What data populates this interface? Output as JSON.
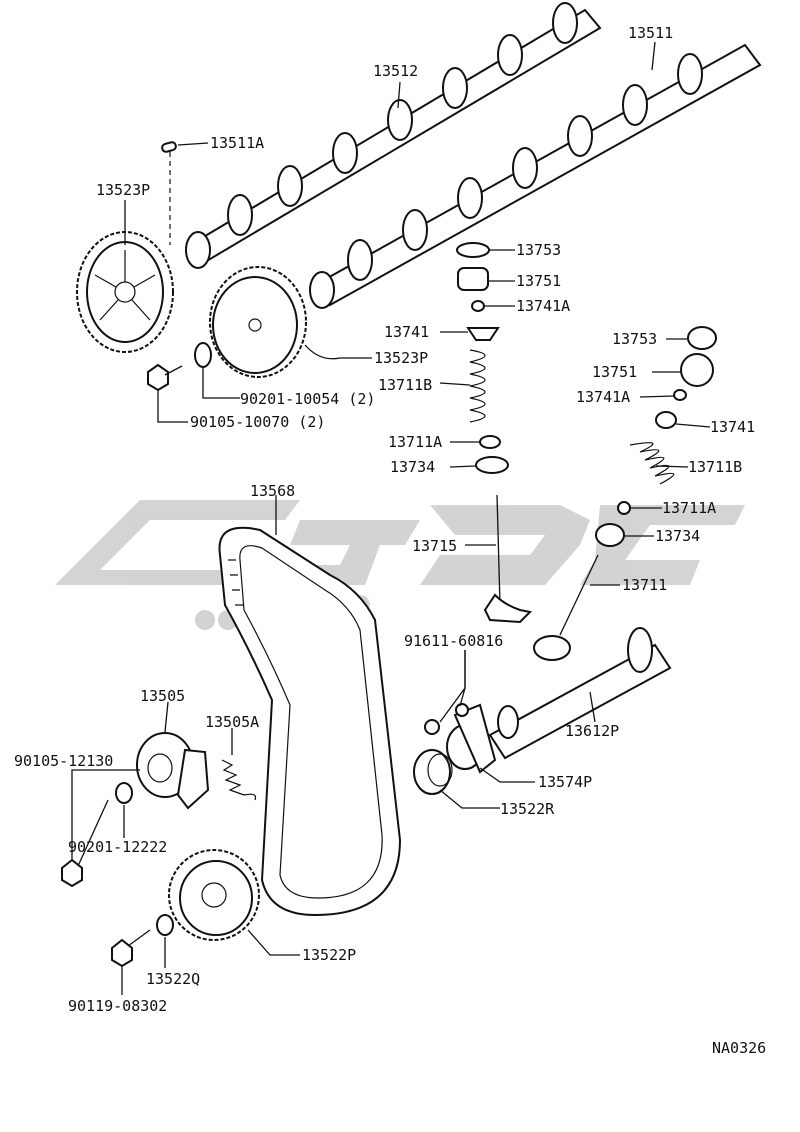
{
  "labels": {
    "l13511A": "13511A",
    "l13512": "13512",
    "l13511": "13511",
    "l13523P_a": "13523P",
    "l13753_a": "13753",
    "l13751_a": "13751",
    "l13741A_a": "13741A",
    "l13741_a": "13741",
    "l13523P_b": "13523P",
    "l13711B_a": "13711B",
    "l90201_10054": "90201-10054 (2)",
    "l90105_10070": "90105-10070 (2)",
    "l13711A_a": "13711A",
    "l13734_a": "13734",
    "l13753_b": "13753",
    "l13751_b": "13751",
    "l13741A_b": "13741A",
    "l13741_b": "13741",
    "l13711B_b": "13711B",
    "l13568": "13568",
    "l13711A_b": "13711A",
    "l13734_b": "13734",
    "l13715": "13715",
    "l13711": "13711",
    "l91611_60816": "91611-60816",
    "l13505": "13505",
    "l13505A": "13505A",
    "l13612P": "13612P",
    "l90105_12130": "90105-12130",
    "l13574P": "13574P",
    "l13522R": "13522R",
    "l90201_12222": "90201-12222",
    "l13522P": "13522P",
    "l13522Q": "13522Q",
    "l90119_08302": "90119-08302",
    "lNA0326": "NA0326"
  }
}
